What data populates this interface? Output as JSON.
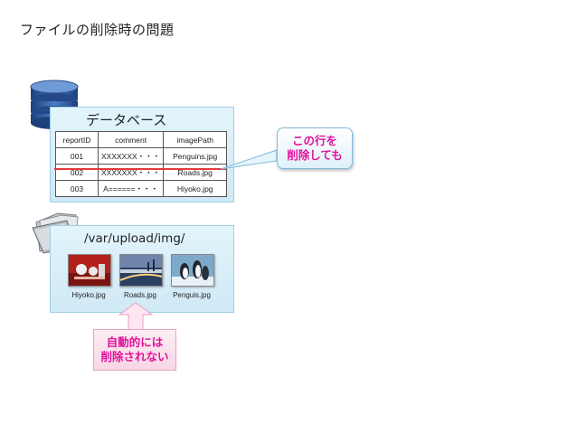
{
  "slide": {
    "title": "ファイルの削除時の問題"
  },
  "database": {
    "title": "データベース",
    "columns": [
      "reportID",
      "comment",
      "imagePath"
    ],
    "rows": [
      [
        "001",
        "XXXXXXX・・・",
        "Penguins.jpg"
      ],
      [
        "002",
        "XXXXXXX・・・",
        "Roads.jpg"
      ],
      [
        "003",
        "A======・・・",
        "Hiyoko.jpg"
      ]
    ],
    "deleted_row_index": 1
  },
  "callout": {
    "line1": "この行を",
    "line2": "削除しても"
  },
  "folder": {
    "path": "/var/upload/img/",
    "files": [
      "Hiyoko.jpg",
      "Roads.jpg",
      "Penguis.jpg"
    ]
  },
  "note": {
    "line1": "自動的には",
    "line2": "削除されない"
  },
  "colors": {
    "accent_text": "#e0129c",
    "strike": "#e23b3b",
    "panel_bg": "#d6eef8",
    "db_icon": "#2f5a9e"
  },
  "icons": [
    "database-icon",
    "folder-icon",
    "arrow-up-icon"
  ]
}
